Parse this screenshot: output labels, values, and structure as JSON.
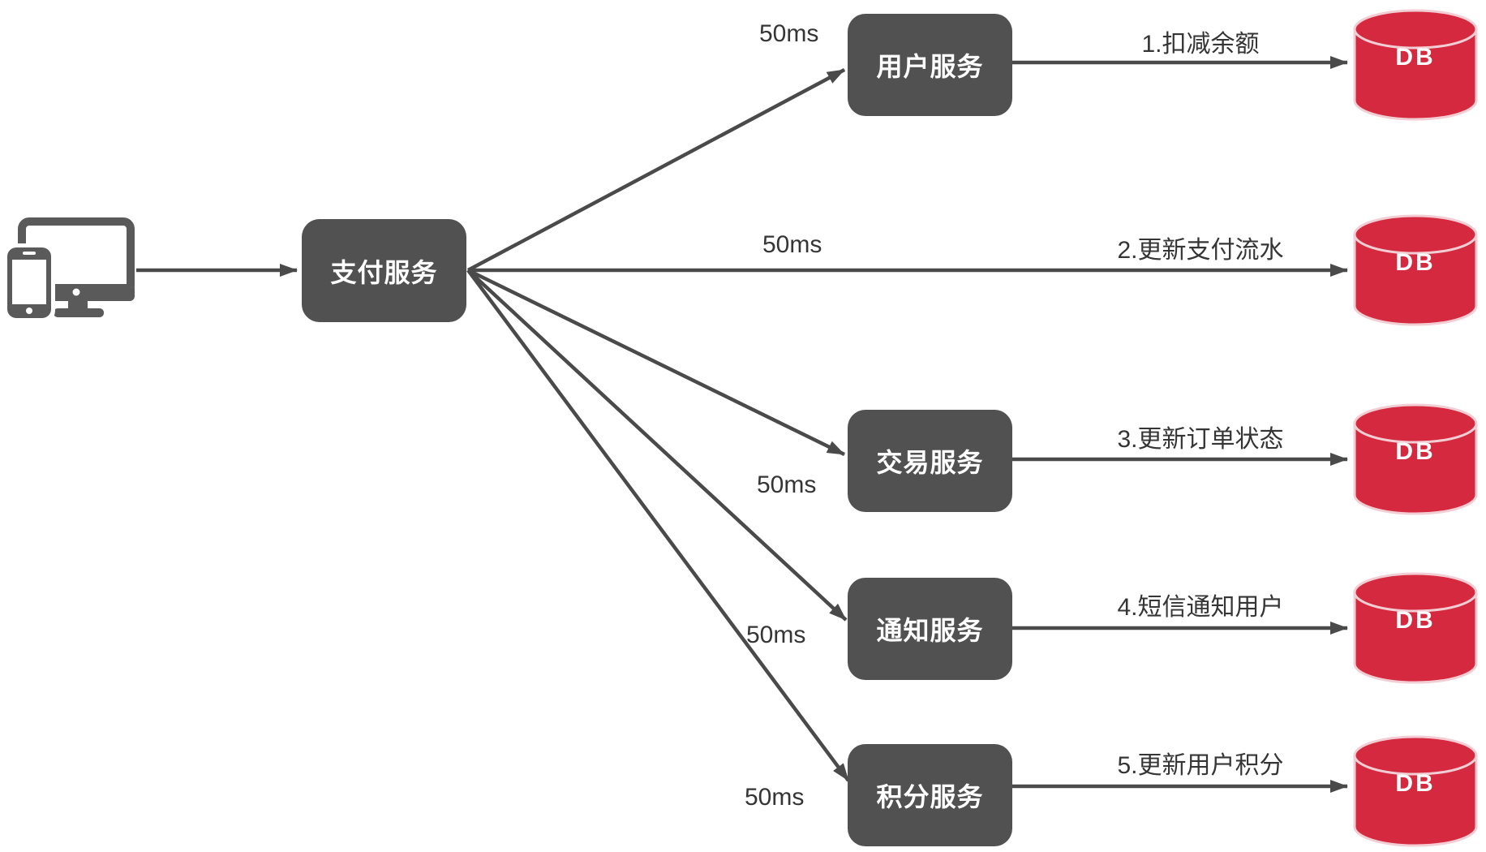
{
  "diagram": {
    "client": {
      "icon": "devices-icon"
    },
    "payment_service": {
      "label": "支付服务"
    },
    "services": [
      {
        "label": "用户服务"
      },
      {
        "label": "交易服务"
      },
      {
        "label": "通知服务"
      },
      {
        "label": "积分服务"
      }
    ],
    "databases": [
      {
        "label": "DB"
      },
      {
        "label": "DB"
      },
      {
        "label": "DB"
      },
      {
        "label": "DB"
      },
      {
        "label": "DB"
      }
    ],
    "edges": {
      "latency_labels": [
        "50ms",
        "50ms",
        "50ms",
        "50ms",
        "50ms"
      ],
      "step_labels": [
        "1.扣减余额",
        "2.更新支付流水",
        "3.更新订单状态",
        "4.短信通知用户",
        "5.更新用户积分"
      ]
    },
    "colors": {
      "service_fill": "#515151",
      "db_fill": "#D4293F",
      "db_stroke": "#F2CDD3",
      "arrow": "#4A4A4A",
      "label_text": "#353535"
    }
  }
}
